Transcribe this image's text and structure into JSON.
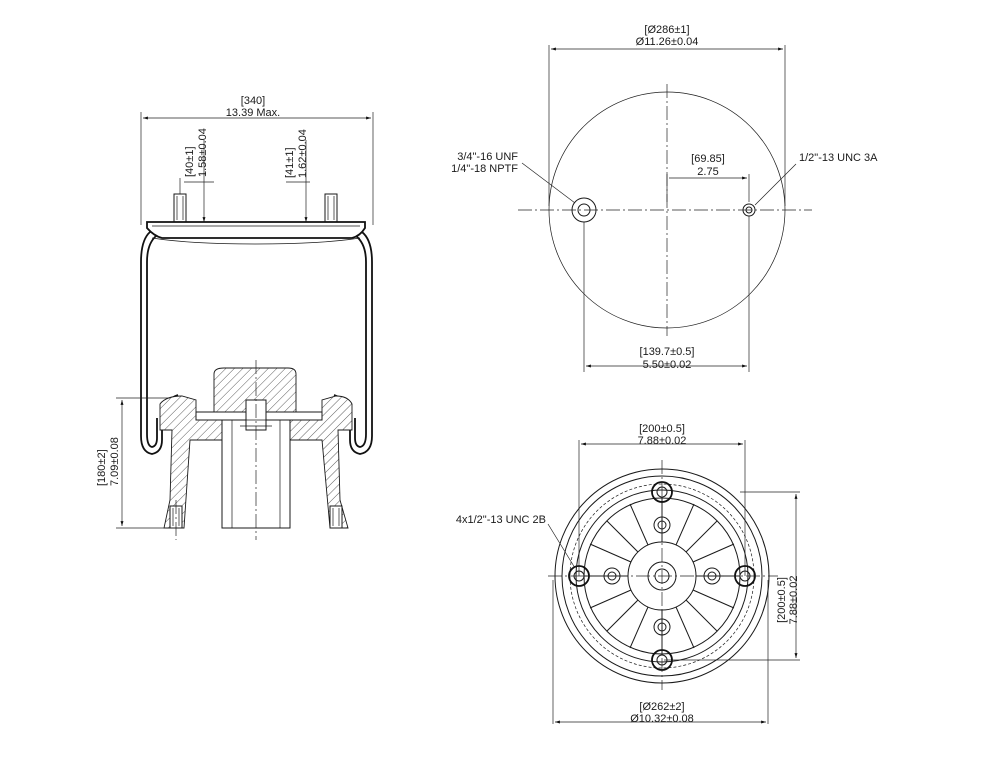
{
  "side_view": {
    "overall_width_mm": "[340]",
    "overall_width_in": "13.39 Max.",
    "left_stud_offset_mm": "[40±1]",
    "left_stud_offset_in": "1.58±0.04",
    "right_stud_offset_mm": "[41±1]",
    "right_stud_offset_in": "1.62±0.04",
    "piston_height_mm": "[180±2]",
    "piston_height_in": "7.09±0.08"
  },
  "top_view": {
    "diameter_mm": "[Ø286±1]",
    "diameter_in": "Ø11.26±0.04",
    "air_fitting_thread": "3/4\"-16 UNF",
    "air_fitting_port": "1/4\"-18 NPTF",
    "stud_thread": "1/2\"-13 UNC 3A",
    "stud_offset_mm": "[69.85]",
    "stud_offset_in": "2.75",
    "stud_spacing_mm": "[139.7±0.5]",
    "stud_spacing_in": "5.50±0.02"
  },
  "bottom_view": {
    "bolt_square_h_mm": "[200±0.5]",
    "bolt_square_h_in": "7.88±0.02",
    "bolt_square_v_mm": "[200±0.5]",
    "bolt_square_v_in": "7.88±0.02",
    "bolt_thread": "4x1/2\"-13 UNC 2B",
    "diameter_mm": "[Ø262±2]",
    "diameter_in": "Ø10.32±0.08"
  }
}
